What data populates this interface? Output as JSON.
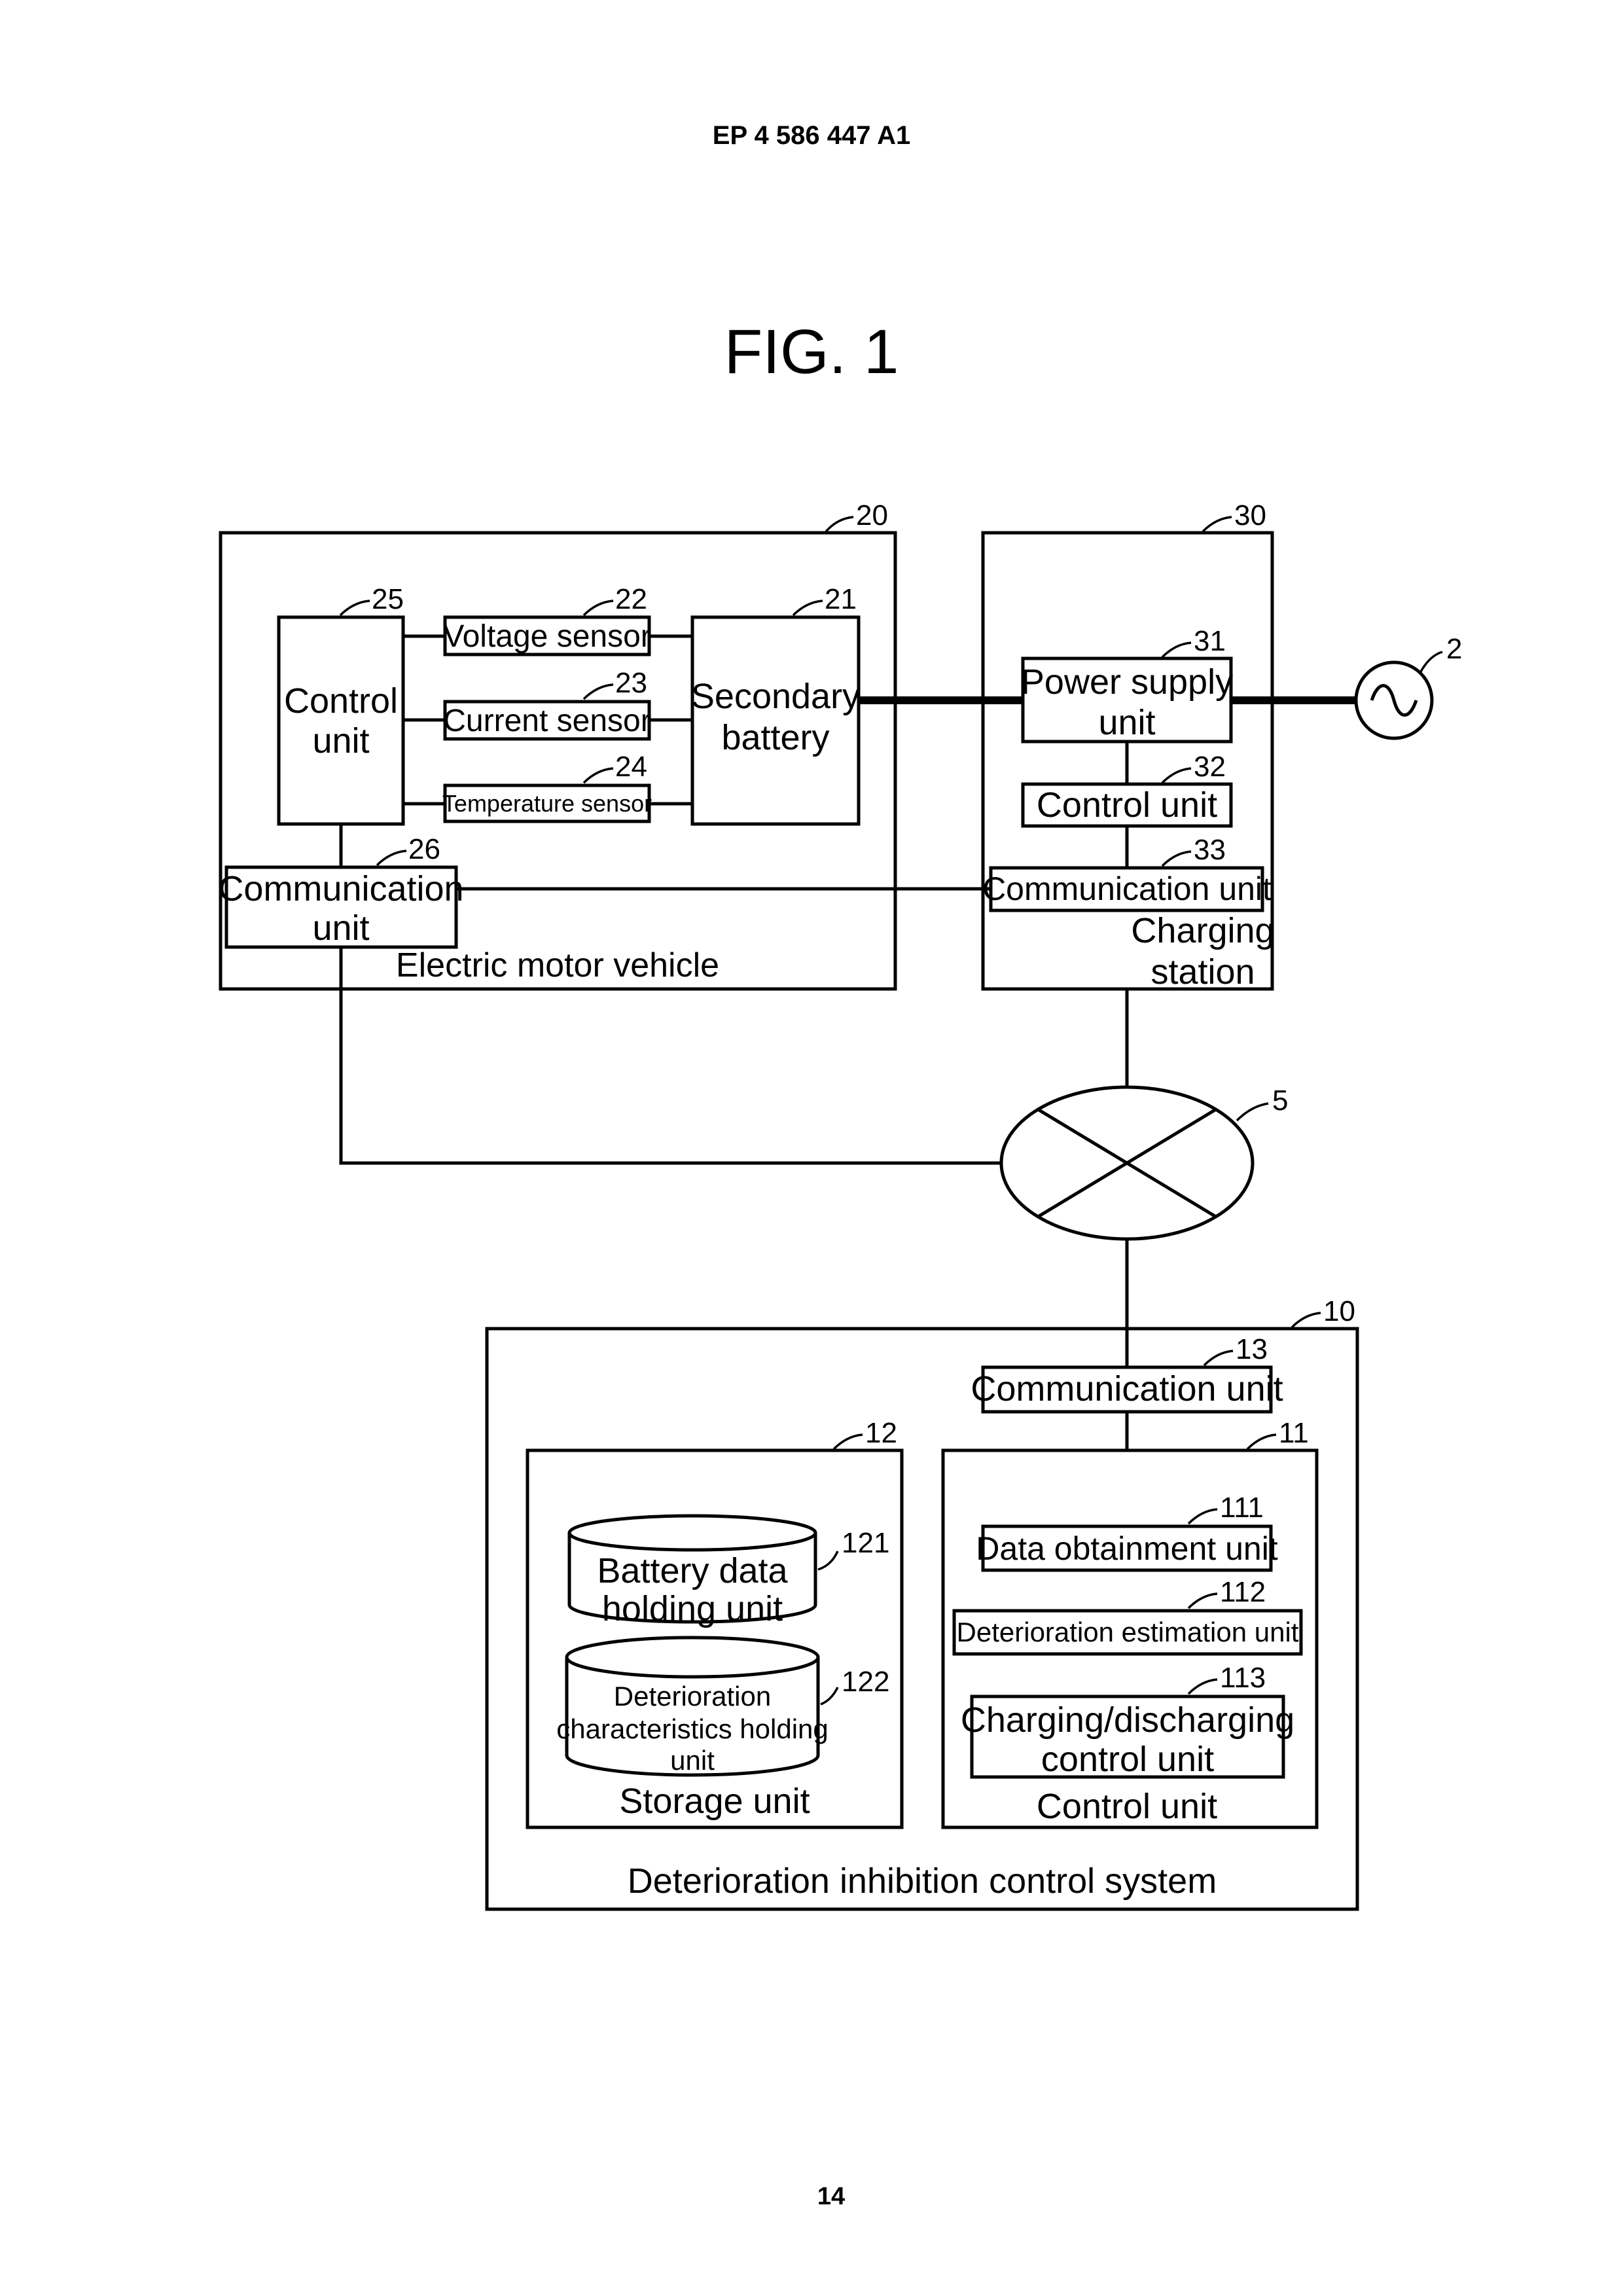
{
  "header": {
    "publication": "EP 4 586 447 A1",
    "figure": "FIG. 1",
    "page_number": "14"
  },
  "vehicle": {
    "ref": "20",
    "label": "Electric motor vehicle",
    "control_unit": {
      "ref": "25",
      "label_line1": "Control",
      "label_line2": "unit"
    },
    "voltage_sensor": {
      "ref": "22",
      "label": "Voltage sensor"
    },
    "current_sensor": {
      "ref": "23",
      "label": "Current sensor"
    },
    "temperature_sensor": {
      "ref": "24",
      "label": "Temperature sensor"
    },
    "secondary_battery": {
      "ref": "21",
      "label_line1": "Secondary",
      "label_line2": "battery"
    },
    "communication_unit": {
      "ref": "26",
      "label_line1": "Communication",
      "label_line2": "unit"
    }
  },
  "station": {
    "ref": "30",
    "label_line1": "Charging",
    "label_line2": "station",
    "power_supply_unit": {
      "ref": "31",
      "label_line1": "Power supply",
      "label_line2": "unit"
    },
    "control_unit": {
      "ref": "32",
      "label": "Control unit"
    },
    "communication_unit": {
      "ref": "33",
      "label": "Communication unit"
    }
  },
  "ac_source": {
    "ref": "2"
  },
  "network": {
    "ref": "5"
  },
  "system": {
    "ref": "10",
    "label": "Deterioration inhibition control system",
    "communication_unit": {
      "ref": "13",
      "label": "Communication unit"
    },
    "storage_unit": {
      "ref": "12",
      "label": "Storage unit",
      "battery_data": {
        "ref": "121",
        "label_line1": "Battery data",
        "label_line2": "holding unit"
      },
      "deterioration_characteristics": {
        "ref": "122",
        "label_line1": "Deterioration",
        "label_line2": "characteristics holding",
        "label_line3": "unit"
      }
    },
    "control_unit": {
      "ref": "11",
      "label": "Control unit",
      "data_obtainment": {
        "ref": "111",
        "label": "Data obtainment unit"
      },
      "deterioration_estimation": {
        "ref": "112",
        "label": "Deterioration estimation unit"
      },
      "charging_discharging": {
        "ref": "113",
        "label_line1": "Charging/discharging",
        "label_line2": "control unit"
      }
    }
  }
}
